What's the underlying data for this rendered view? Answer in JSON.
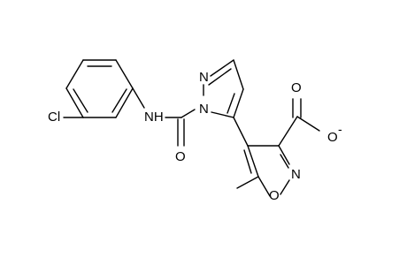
{
  "molecule": {
    "atoms": {
      "chlorine": "Cl",
      "amide_nh": "NH",
      "carbonyl_o": "O",
      "pyrazole_n1": "N",
      "pyrazole_n2": "N",
      "acid_o_double": "O",
      "acid_o_single": "O",
      "acid_charge": "-",
      "isoxazole_n": "N",
      "isoxazole_o": "O"
    }
  }
}
